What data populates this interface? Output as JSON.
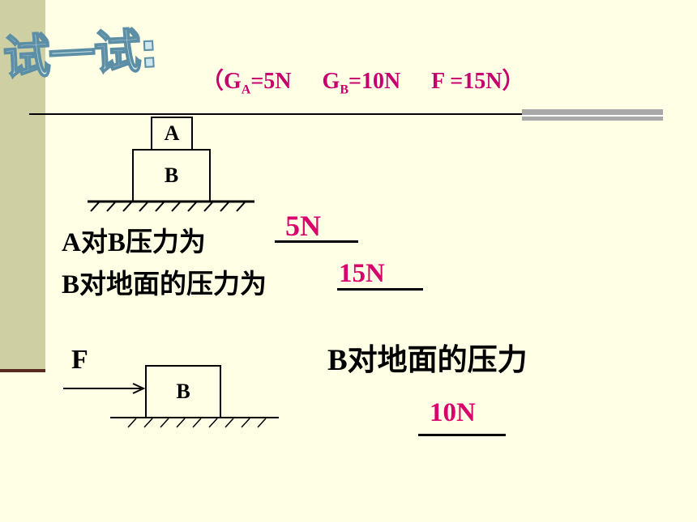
{
  "header": {
    "title": "试一试",
    "title_colon": ":",
    "given_prefix": "（G",
    "ga_sub": "A",
    "ga_value": "=5N",
    "gb_prefix": "G",
    "gb_sub": "B",
    "gb_value": "=10N",
    "f_value": "F =15N）"
  },
  "diagram1": {
    "block_a_label": "A",
    "block_b_label": "B",
    "q1_label": "A对B压力为",
    "q1_answer": "5N",
    "q2_label": "B对地面的压力为",
    "q2_answer": "15N"
  },
  "diagram2": {
    "force_label": "F",
    "block_b_label": "B",
    "q3_label": "B对地面的压力",
    "q3_answer": "10N"
  },
  "colors": {
    "background": "#FFFFE6",
    "sidebar": "#CFCFA4",
    "answer": "#D9006C"
  }
}
